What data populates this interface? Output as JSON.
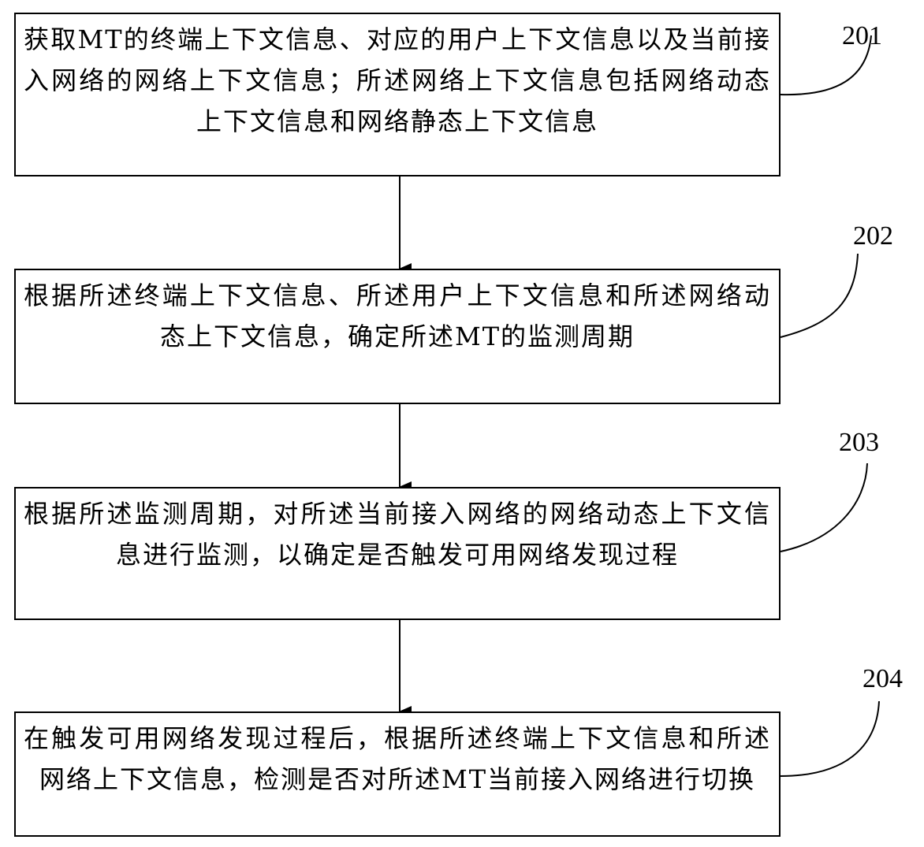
{
  "steps": [
    {
      "id": "201",
      "text": "获取MT的终端上下文信息、对应的用户上下文信息以及当前接入网络的网络上下文信息；所述网络上下文信息包括网络动态上下文信息和网络静态上下文信息"
    },
    {
      "id": "202",
      "text": "根据所述终端上下文信息、所述用户上下文信息和所述网络动态上下文信息，确定所述MT的监测周期"
    },
    {
      "id": "203",
      "text": "根据所述监测周期，对所述当前接入网络的网络动态上下文信息进行监测，以确定是否触发可用网络发现过程"
    },
    {
      "id": "204",
      "text": "在触发可用网络发现过程后，根据所述终端上下文信息和所述网络上下文信息，检测是否对所述MT当前接入网络进行切换"
    }
  ]
}
